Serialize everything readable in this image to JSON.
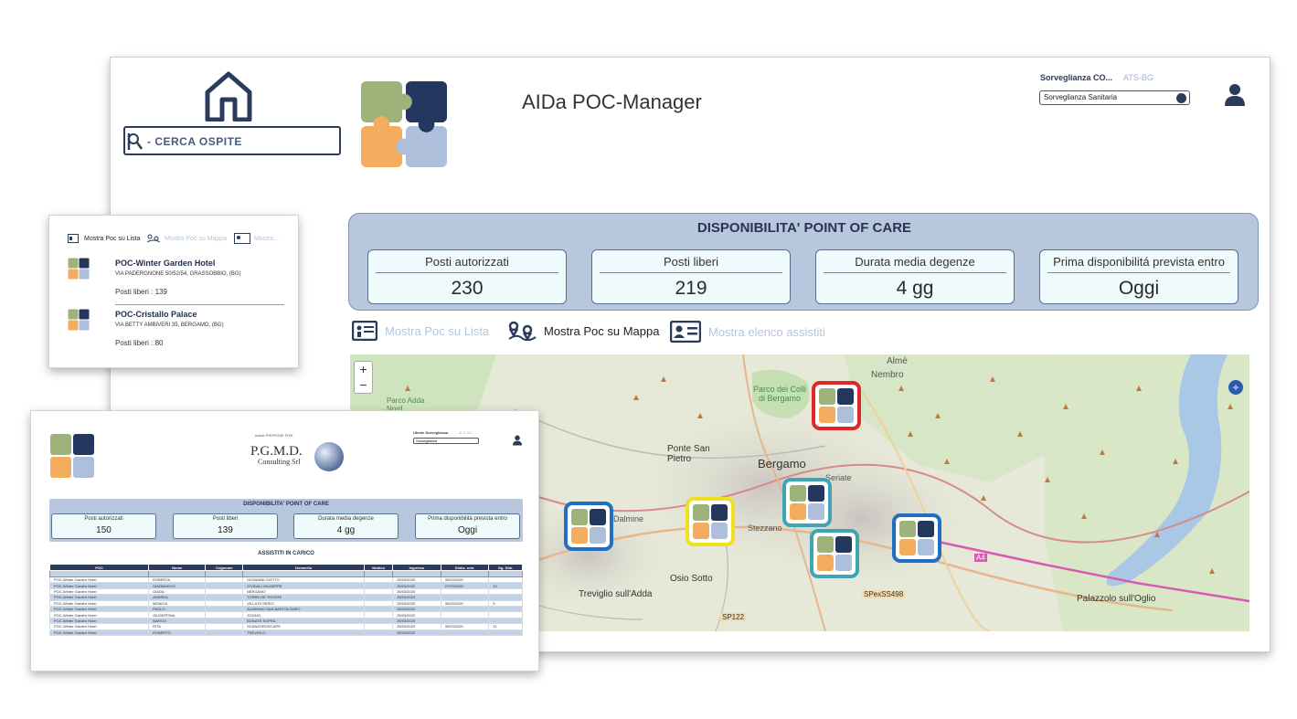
{
  "main": {
    "search_placeholder": "- CERCA OSPITE",
    "app_title": "AIDa POC-Manager",
    "user": {
      "name": "Sorveglianza CO...",
      "org": "ATS-BG",
      "role": "Sorveglianza Sanitaria"
    },
    "dispo": {
      "title": "DISPONIBILITA' POINT OF CARE",
      "cards": [
        {
          "label": "Posti autorizzati",
          "value": "230"
        },
        {
          "label": "Posti liberi",
          "value": "219"
        },
        {
          "label": "Durata media degenze",
          "value": "4 gg"
        },
        {
          "label": "Prima disponibilitá prevista entro",
          "value": "Oggi"
        }
      ]
    },
    "tabs": [
      {
        "label": "Mostra Poc su Lista",
        "icon": "list-card-icon",
        "active": false
      },
      {
        "label": "Mostra Poc su Mappa",
        "icon": "map-pins-icon",
        "active": true
      },
      {
        "label": "Mostra elenco assistiti",
        "icon": "id-card-icon",
        "active": false
      }
    ],
    "map": {
      "zoom_in": "+",
      "zoom_out": "−",
      "labels": [
        "Almè",
        "Nembro",
        "Ponte San Pietro",
        "Bergamo",
        "Seriate",
        "Dalmine",
        "Stezzano",
        "Osio Sotto",
        "Treviglio sull'Adda",
        "Palazzolo sull'Oglio",
        "Parco dei Colli di Bergamo",
        "SP122",
        "SPexSS498",
        "A4",
        "Parco Adda Nord"
      ],
      "markers": [
        {
          "color": "#e02828"
        },
        {
          "color": "#1f6fc2"
        },
        {
          "color": "#f0e020"
        },
        {
          "color": "#3fa4b3"
        },
        {
          "color": "#3fa4b3"
        },
        {
          "color": "#1f6fc2"
        }
      ]
    }
  },
  "list_window": {
    "tabs": [
      "Mostra Poc su Lista",
      "Mostra Poc su Mappa",
      "Mostra..."
    ],
    "items": [
      {
        "name": "POC-Winter Garden Hotel",
        "address": "VIA PADERGNONE 50/52/54, GRASSOBBIO, (BG)",
        "free": "Posti liberi : 139"
      },
      {
        "name": "POC-Cristallo Palace",
        "address": "VIA BETTY AMBIVERI 35, BERGAMO, (BG)",
        "free": "Posti liberi : 80"
      }
    ]
  },
  "table_window": {
    "header_small": "Inside PROPOSE FIXE",
    "company_line1": "P.G.M.D.",
    "company_line2": "Consulting Srl",
    "user": {
      "name": "Utente Sorveglianza",
      "org": "ATS-BG",
      "role": "Sorveglianza"
    },
    "dispo": {
      "title": "DISPONIBILITA' POINT OF CARE",
      "cards": [
        {
          "label": "Posti autorizzati",
          "value": "150"
        },
        {
          "label": "Posti liberi",
          "value": "139"
        },
        {
          "label": "Durata media degenze",
          "value": "4 gg"
        },
        {
          "label": "Prima disponibilità prevista entro",
          "value": "Oggi"
        }
      ]
    },
    "table_title": "ASSISTITI IN CARICO",
    "columns": [
      "POC",
      "Nome",
      "Cognome",
      "Domicilio",
      "Medico",
      "Ingresso",
      "Dimis. entr.",
      "Gg. Dim."
    ],
    "rows": [
      [
        "POC-Winter Garden Hotel",
        "ROBERTA",
        "",
        "GIOVANNI GIOTTO",
        "",
        "25/03/2020",
        "30/03/2020",
        ""
      ],
      [
        "POC-Winter Garden Hotel",
        "GIANMARCO",
        "",
        "CIVIDALI GIUSEPPE",
        "",
        "25/03/2020",
        "27/03/2020",
        "10"
      ],
      [
        "POC-Winter Garden Hotel",
        "GIADA",
        "",
        "BERGAMO",
        "",
        "25/03/2020",
        "",
        ""
      ],
      [
        "POC-Winter Garden Hotel",
        "ANDREA",
        "",
        "TORRE DE' ROVERI",
        "",
        "25/03/2020",
        "",
        ""
      ],
      [
        "POC-Winter Garden Hotel",
        "MONICA",
        "",
        "VILLA DI SERIO",
        "",
        "25/03/2020",
        "30/03/2020",
        "5"
      ],
      [
        "POC-Winter Garden Hotel",
        "PAOLO",
        "",
        "ALMENNO SAN BARTOLOMEO",
        "",
        "25/03/2020",
        "",
        ""
      ],
      [
        "POC-Winter Garden Hotel",
        "GIUSEPPINA",
        "",
        "ZOGNO",
        "",
        "25/03/2020",
        "",
        ""
      ],
      [
        "POC-Winter Garden Hotel",
        "MARCO",
        "",
        "BONATE SOPRA",
        "",
        "25/03/2020",
        "",
        ""
      ],
      [
        "POC-Winter Garden Hotel",
        "RITA",
        "",
        "SCANZOROSCIATE",
        "",
        "25/03/2020",
        "30/03/2020",
        "11"
      ],
      [
        "POC-Winter Garden Hotel",
        "ROBERTO",
        "",
        "TREVIOLO",
        "",
        "25/03/2020",
        "",
        ""
      ]
    ]
  }
}
